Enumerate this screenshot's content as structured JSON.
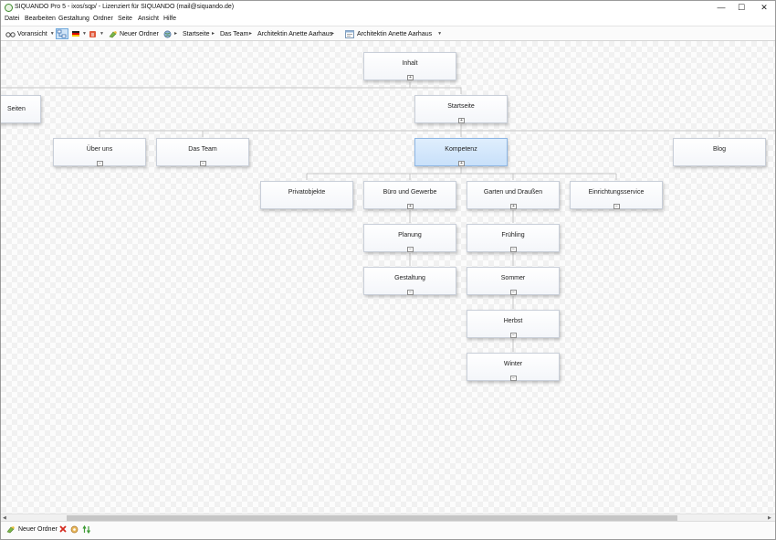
{
  "window": {
    "title": "SIQUANDO Pro 5 - ixos/sqp/ - Lizenziert für SIQUANDO (mail@siquando.de)",
    "minimize": "—",
    "maximize": "☐",
    "close": "✕"
  },
  "menu": [
    "Datei",
    "Bearbeiten",
    "Gestaltung",
    "Ordner",
    "Seite",
    "Ansicht",
    "Hilfe"
  ],
  "toolbar": {
    "preview_label": "Voransicht",
    "new_folder_label": "Neuer Ordner",
    "breadcrumb": [
      "Startseite",
      "Das Team",
      "Architektin Anette Aarhaus"
    ],
    "current_page": "Architektin Anette Aarhaus"
  },
  "tree": {
    "root": "Inhalt",
    "seiten": "Seiten",
    "start": "Startseite",
    "ueber": "Über uns",
    "team": "Das Team",
    "kompetenz": "Kompetenz",
    "blog": "Blog",
    "privat": "Privatobjekte",
    "buero": "Büro und Gewerbe",
    "garten": "Garten und Draußen",
    "einrichtung": "Einrichtungsservice",
    "planung": "Planung",
    "gestaltung": "Gestaltung",
    "fruehling": "Frühling",
    "sommer": "Sommer",
    "herbst": "Herbst",
    "winter": "Winter",
    "expand_symbol": "+",
    "collapse_symbol": "−"
  },
  "bottom": {
    "new_folder_label": "Neuer Ordner"
  },
  "colors": {
    "selected_node": "#c8e0fa",
    "accent_green": "#3d8a2c",
    "delete_red": "#d42a1f"
  }
}
